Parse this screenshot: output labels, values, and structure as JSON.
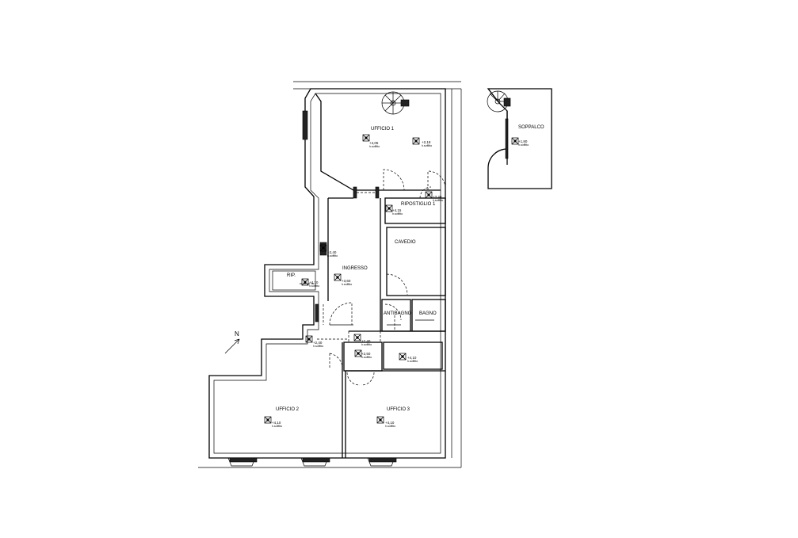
{
  "rooms": {
    "ufficio1": {
      "name": "UFFICIO 1",
      "h1": "+4,05",
      "h1sub": "h.soffitto",
      "h2": "+2,18",
      "h2sub": "h.soffitto"
    },
    "soppalco": {
      "name": "SOPPALCO",
      "h": "+1,80",
      "hsub": "h.soffitto"
    },
    "ripostiglio1": {
      "name": "RIPOSTIGLIO 1",
      "h1": "+4,15",
      "h1sub": "h.soffitto",
      "h2": "+3,40",
      "h2sub": "h.soffitto"
    },
    "cavedio": {
      "name": "CAVEDIO"
    },
    "ingresso": {
      "name": "INGRESSO",
      "h1": "+2,40",
      "h1sub": "h.soffitto",
      "h2": "+3,60",
      "h2sub": "h.soffitto"
    },
    "rip": {
      "name": "RIP.",
      "h": "+4,10",
      "hsub": "h.soffitto"
    },
    "antibagno": {
      "name": "ANTIBAGNO"
    },
    "bagno": {
      "name": "BAGNO"
    },
    "disimpegno": {
      "h1": "+2,40",
      "h1sub": "h.soffitto",
      "h2": "+2,50",
      "h2sub": "h.soffitto",
      "h3": "+2,40",
      "h3sub": "h.soffitto"
    },
    "locale": {
      "h": "+4,10",
      "hsub": "h.soffitto"
    },
    "ufficio2": {
      "name": "UFFICIO 2",
      "h": "+4,10",
      "hsub": "h.soffitto"
    },
    "ufficio3": {
      "name": "UFFICIO 3",
      "h": "+4,10",
      "hsub": "h.soffitto"
    }
  },
  "north_label": "N"
}
